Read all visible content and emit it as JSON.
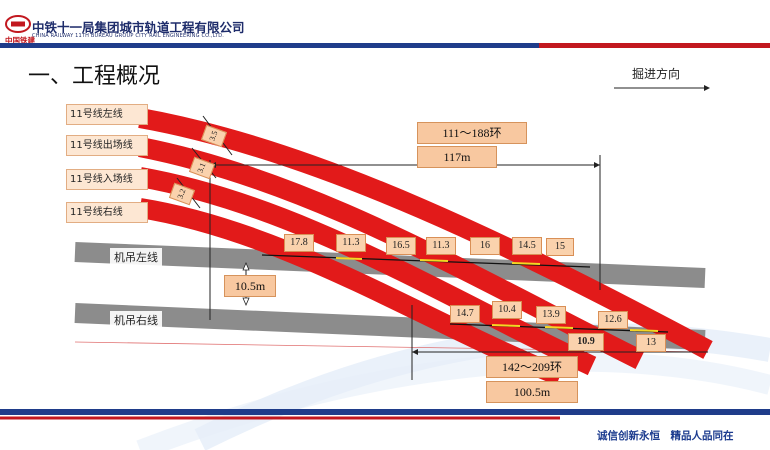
{
  "header": {
    "company_name": "中铁十一局集团城市轨道工程有限公司",
    "company_name_en": "CHINA RAILWAY 11TH BUREAU GROUP CITY RAIL ENGINEERING CO.,LTD.",
    "group_brand": "中国铁建",
    "brand_color": "#1f2d6b",
    "accent_color": "#c2181f"
  },
  "title": "一、工程概况",
  "direction_label": "掘进方向",
  "tunnel_labels": [
    "11号线左线",
    "11号线出场线",
    "11号线入场线",
    "11号线右线"
  ],
  "existing_lines": [
    "机吊左线",
    "机吊右线"
  ],
  "angled_spacings": [
    "3.5",
    "3.1",
    "3.2"
  ],
  "clearance_upper": [
    "17.8",
    "11.3",
    "16.5",
    "11.3",
    "16",
    "14.5",
    "15"
  ],
  "clearance_lower": [
    "14.7",
    "10.4",
    "13.9",
    "12.6",
    "10.9",
    "13"
  ],
  "vertical_gap": "10.5m",
  "section_top": {
    "rings": "111～188环",
    "length": "117m"
  },
  "section_bottom": {
    "rings": "142～209环",
    "length": "100.5m"
  },
  "footer": {
    "slogan": "诚信创新永恒　精品人品同在"
  },
  "colors": {
    "tunnel_red": "#e21a1a",
    "existing_gray": "#8c8c8c",
    "label_fill": "#fad2ad"
  }
}
